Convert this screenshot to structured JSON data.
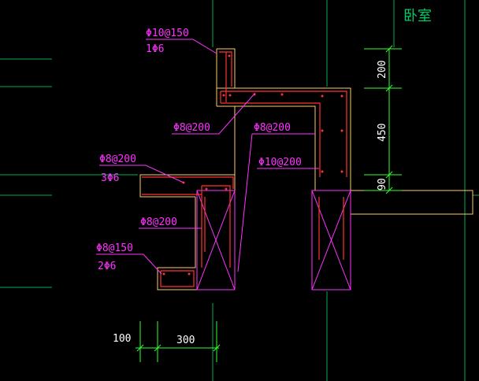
{
  "room_label": "卧室",
  "annotations": {
    "top_left_1": "Φ10@150",
    "top_left_2": "1Φ6",
    "mid_left": "Φ8@200",
    "mid_right": "Φ8@200",
    "right_mid": "Φ10@200",
    "left_ledge_1": "Φ8@200",
    "left_ledge_2": "3Φ6",
    "lower_left": "Φ8@200",
    "bottom_left_1": "Φ8@150",
    "bottom_left_2": "2Φ6"
  },
  "dimensions": {
    "right_top": "200",
    "right_mid": "450",
    "right_bottom": "90",
    "bottom_left": "100",
    "bottom_right": "300"
  },
  "colors": {
    "background": "#000000",
    "grid_green": "#00cc33",
    "concrete": "#ffcc66",
    "rebar_red": "#ff3333",
    "annotation_magenta": "#ff33ff",
    "dimension_green": "#33ff33",
    "dimension_text": "#ffffff"
  }
}
